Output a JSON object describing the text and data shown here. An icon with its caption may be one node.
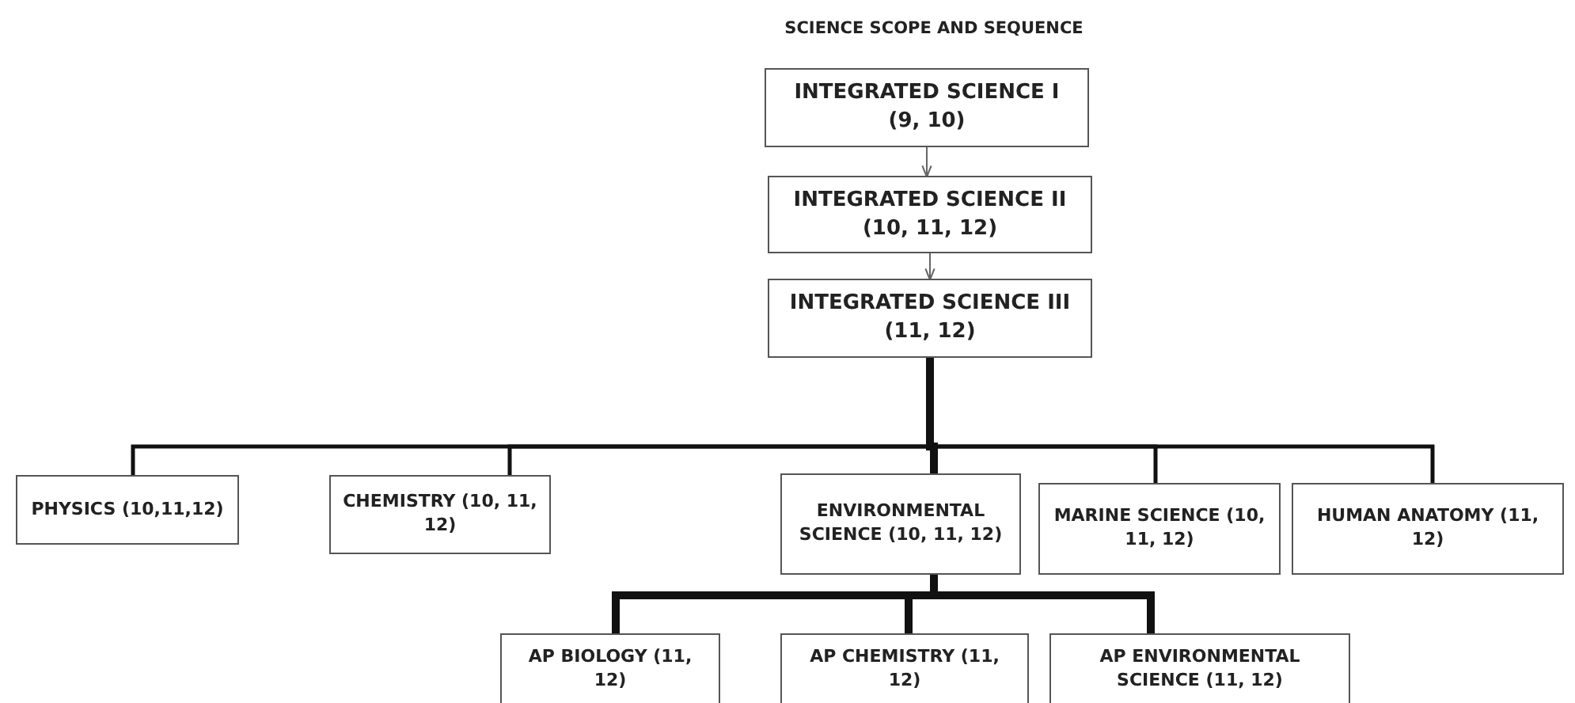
{
  "diagram": {
    "title": "SCIENCE SCOPE AND SEQUENCE",
    "nodes": [
      {
        "text": [
          "INTEGRATED SCIENCE I (9, 10)"
        ]
      },
      {
        "text": [
          "INTEGRATED SCIENCE II (10, 11, 12)"
        ]
      },
      {
        "text": [
          "INTEGRATED SCIENCE III (11, 12)"
        ]
      },
      {
        "text": [
          "PHYSICS (10,11,12)"
        ]
      },
      {
        "text": [
          "CHEMISTRY (10, 11, 12)"
        ]
      },
      {
        "text": [
          "ENVIRONMENTAL SCIENCE (10, 11, 12)"
        ]
      },
      {
        "text": [
          "MARINE SCIENCE (10, 11, 12)"
        ]
      },
      {
        "text": [
          "HUMAN ANATOMY (11, 12)"
        ]
      },
      {
        "text": [
          "AP BIOLOGY (11, 12)"
        ]
      },
      {
        "text": [
          "AP CHEMISTRY (11, 12)"
        ]
      },
      {
        "text": [
          "AP ENVIRONMENTAL SCIENCE (11, 12)"
        ]
      }
    ],
    "edges": [
      {
        "from": 0,
        "to": 1,
        "arrow": "to"
      },
      {
        "from": 1,
        "to": 2,
        "arrow": "to"
      },
      {
        "from": 2,
        "to": 3,
        "arrow": "none"
      },
      {
        "from": 2,
        "to": 4,
        "arrow": "none"
      },
      {
        "from": 2,
        "to": 5,
        "arrow": "none",
        "style": "thick"
      },
      {
        "from": 2,
        "to": 6,
        "arrow": "none"
      },
      {
        "from": 2,
        "to": 7,
        "arrow": "none"
      },
      {
        "from": 5,
        "to": 8,
        "arrow": "none",
        "style": "thick"
      },
      {
        "from": 5,
        "to": 9,
        "arrow": "none",
        "style": "thick"
      },
      {
        "from": 5,
        "to": 10,
        "arrow": "none",
        "style": "thick"
      }
    ]
  }
}
